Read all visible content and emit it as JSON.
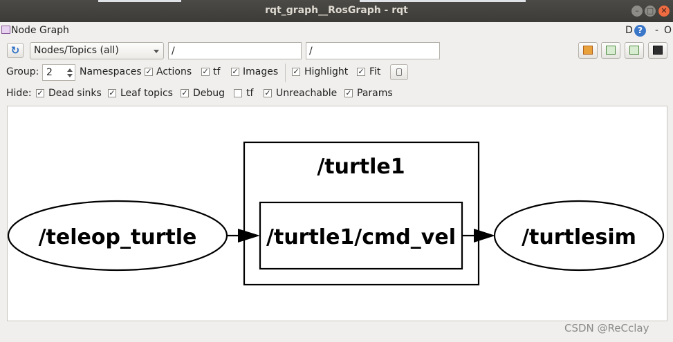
{
  "window": {
    "title": "rqt_graph__RosGraph - rqt"
  },
  "plugin": {
    "title": "Node Graph",
    "help_letter": "D",
    "help_symbol": "?",
    "dash": "-",
    "close_letter": "O"
  },
  "toolbar": {
    "graph_type": "Nodes/Topics (all)",
    "node_filter": "/",
    "topic_filter": "/"
  },
  "options": {
    "group_label": "Group:",
    "group_value": "2",
    "namespaces_label": "Namespaces",
    "namespaces_checked": "✓",
    "actions_label": "Actions",
    "actions_checked": "✓",
    "tf_label": "tf",
    "tf_checked": "✓",
    "images_label": "Images",
    "images_checked": "✓",
    "highlight_label": "Highlight",
    "highlight_checked": "✓",
    "fit_label": "Fit",
    "fit_checked": "✓"
  },
  "hide": {
    "label": "Hide:",
    "dead_sinks_label": "Dead sinks",
    "dead_sinks_checked": "✓",
    "leaf_topics_label": "Leaf topics",
    "leaf_topics_checked": "✓",
    "debug_label": "Debug",
    "debug_checked": "✓",
    "tf_label": "tf",
    "tf_checked": "",
    "unreachable_label": "Unreachable",
    "unreachable_checked": "✓",
    "params_label": "Params",
    "params_checked": "✓"
  },
  "graph": {
    "namespace": "/turtle1",
    "topic": "/turtle1/cmd_vel",
    "source_node": "/teleop_turtle",
    "target_node": "/turtlesim"
  },
  "watermark": "CSDN @ReCclay"
}
